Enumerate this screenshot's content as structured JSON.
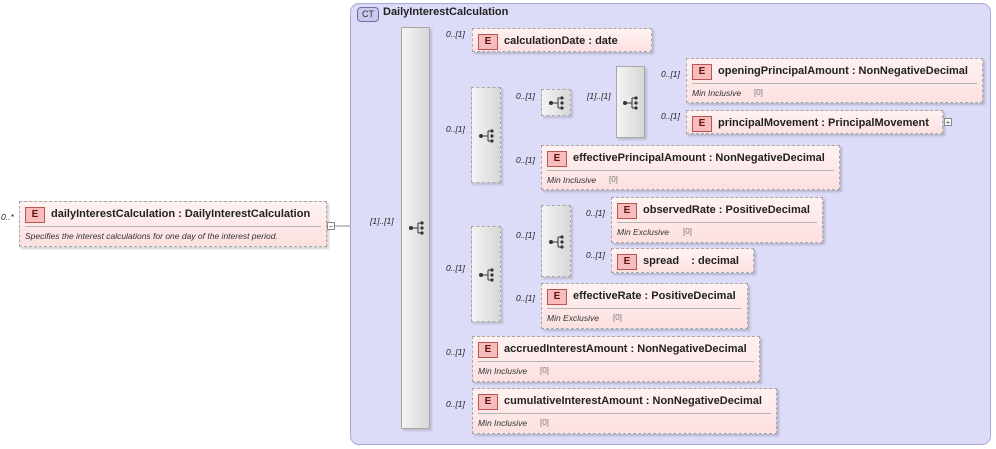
{
  "complex_type": {
    "badge": "CT",
    "name": "DailyInterestCalculation"
  },
  "root": {
    "badge": "E",
    "name": "dailyInterestCalculation : DailyInterestCalculation",
    "cardinality": "0..*",
    "documentation": "Specifies the interest calculations for one day of the interest period.",
    "collapse_symbol": "−"
  },
  "main_sequence": {
    "cardinality": "[1]..[1]"
  },
  "elements": {
    "calculationDate": {
      "badge": "E",
      "name": "calculationDate : date",
      "cardinality": "0..[1]"
    },
    "openingPrincipalAmount": {
      "badge": "E",
      "name": "openingPrincipalAmount : NonNegativeDecimal",
      "cardinality": "0..[1]",
      "facet": "Min Inclusive",
      "facet_value": "[0]"
    },
    "principalMovement": {
      "badge": "E",
      "name": "principalMovement : PrincipalMovement",
      "cardinality": "0..[1]",
      "expand_symbol": "+"
    },
    "effectivePrincipalAmount": {
      "badge": "E",
      "name": "effectivePrincipalAmount : NonNegativeDecimal",
      "cardinality": "0..[1]",
      "facet": "Min Inclusive",
      "facet_value": "[0]"
    },
    "observedRate": {
      "badge": "E",
      "name": "observedRate : PositiveDecimal",
      "cardinality": "0..[1]",
      "facet": "Min Exclusive",
      "facet_value": "[0]"
    },
    "spread": {
      "badge": "E",
      "name": "spread    : decimal",
      "cardinality": "0..[1]"
    },
    "effectiveRate": {
      "badge": "E",
      "name": "effectiveRate : PositiveDecimal",
      "cardinality": "0..[1]",
      "facet": "Min Exclusive",
      "facet_value": "[0]"
    },
    "accruedInterestAmount": {
      "badge": "E",
      "name": "accruedInterestAmount : NonNegativeDecimal",
      "cardinality": "0..[1]",
      "facet": "Min Inclusive",
      "facet_value": "[0]"
    },
    "cumulativeInterestAmount": {
      "badge": "E",
      "name": "cumulativeInterestAmount : NonNegativeDecimal",
      "cardinality": "0..[1]",
      "facet": "Min Inclusive",
      "facet_value": "[0]"
    }
  },
  "groups": {
    "principal_sequence": {
      "cardinality": "0..[1]"
    },
    "principal_inner_sequence": {
      "cardinality": "0..[1]"
    },
    "principal_innermost_sequence": {
      "cardinality": "[1]..[1]"
    },
    "rate_sequence": {
      "cardinality": "0..[1]"
    },
    "rate_inner_sequence": {
      "cardinality": "0..[1]"
    }
  }
}
